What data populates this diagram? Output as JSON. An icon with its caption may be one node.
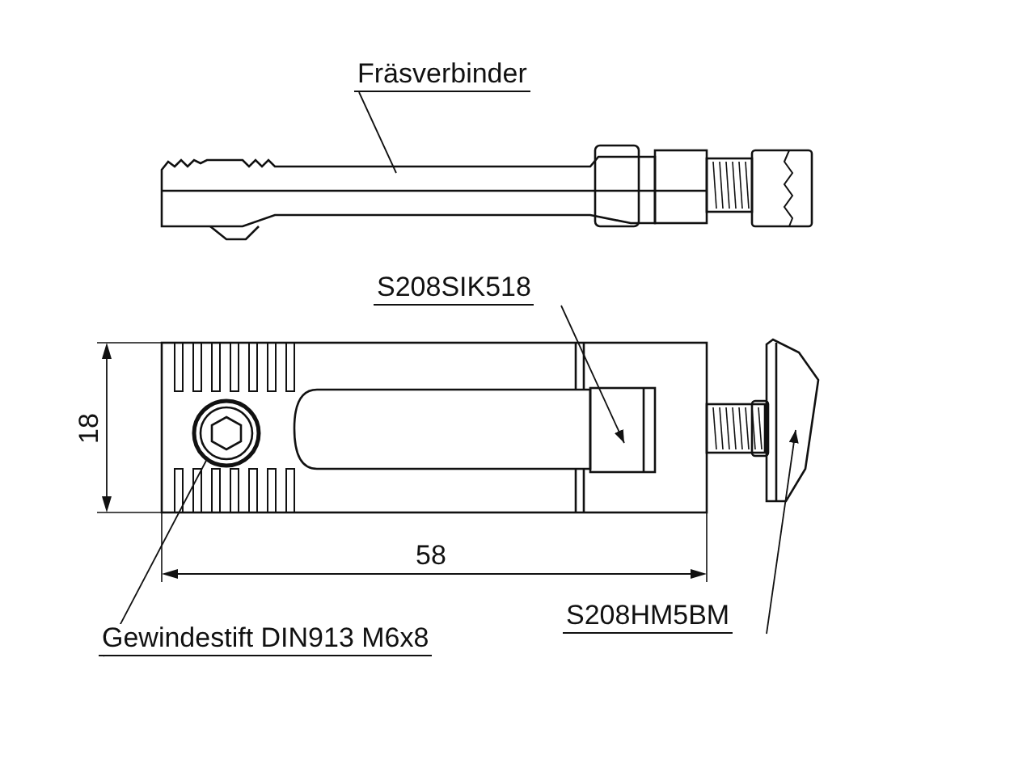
{
  "diagram": {
    "nodes": [
      {
        "text": [
          "Fräsverbinder"
        ]
      },
      {
        "text": [],
        "shape": "picture"
      },
      {
        "text": [
          "S208SIK518"
        ]
      },
      {
        "text": [],
        "shape": "picture"
      },
      {
        "text": [
          "Gewindestift DIN913 M6x8"
        ]
      },
      {
        "text": [],
        "shape": "picture"
      },
      {
        "text": [
          "S208HM5BM"
        ]
      },
      {
        "text": [],
        "shape": "picture"
      }
    ],
    "edges": [
      {
        "from": 0,
        "to": 1,
        "arrow": "none"
      },
      {
        "from": 2,
        "to": 3,
        "arrow": "to"
      },
      {
        "from": 4,
        "to": 5,
        "arrow": "none"
      },
      {
        "from": 6,
        "to": 7,
        "arrow": "to"
      }
    ],
    "labels": [
      "18",
      "58"
    ]
  }
}
